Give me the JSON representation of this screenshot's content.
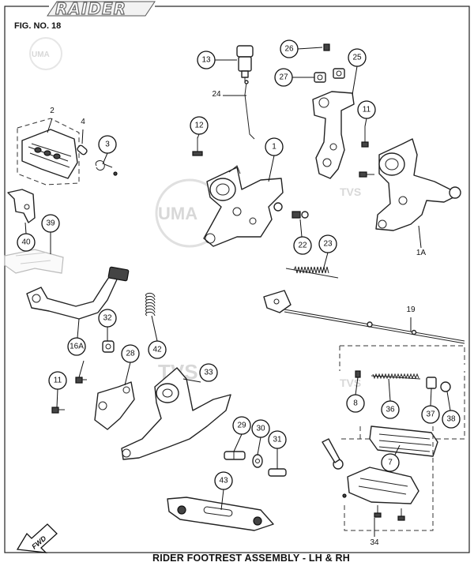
{
  "header": {
    "brand_logo": "RAIDER",
    "figure_label": "FIG. NO. 18"
  },
  "footer": {
    "title": "RIDER FOOTREST ASSEMBLY - LH & RH",
    "fwd_label": "FWD"
  },
  "watermarks": [
    "UMA",
    "TVS"
  ],
  "callouts": [
    "13",
    "26",
    "25",
    "27",
    "24",
    "12",
    "11",
    "1",
    "2",
    "4",
    "3",
    "1A",
    "40",
    "39",
    "22",
    "23",
    "19",
    "16A",
    "32",
    "28",
    "42",
    "33",
    "8",
    "36",
    "37",
    "38",
    "29",
    "30",
    "31",
    "7",
    "43",
    "34"
  ]
}
